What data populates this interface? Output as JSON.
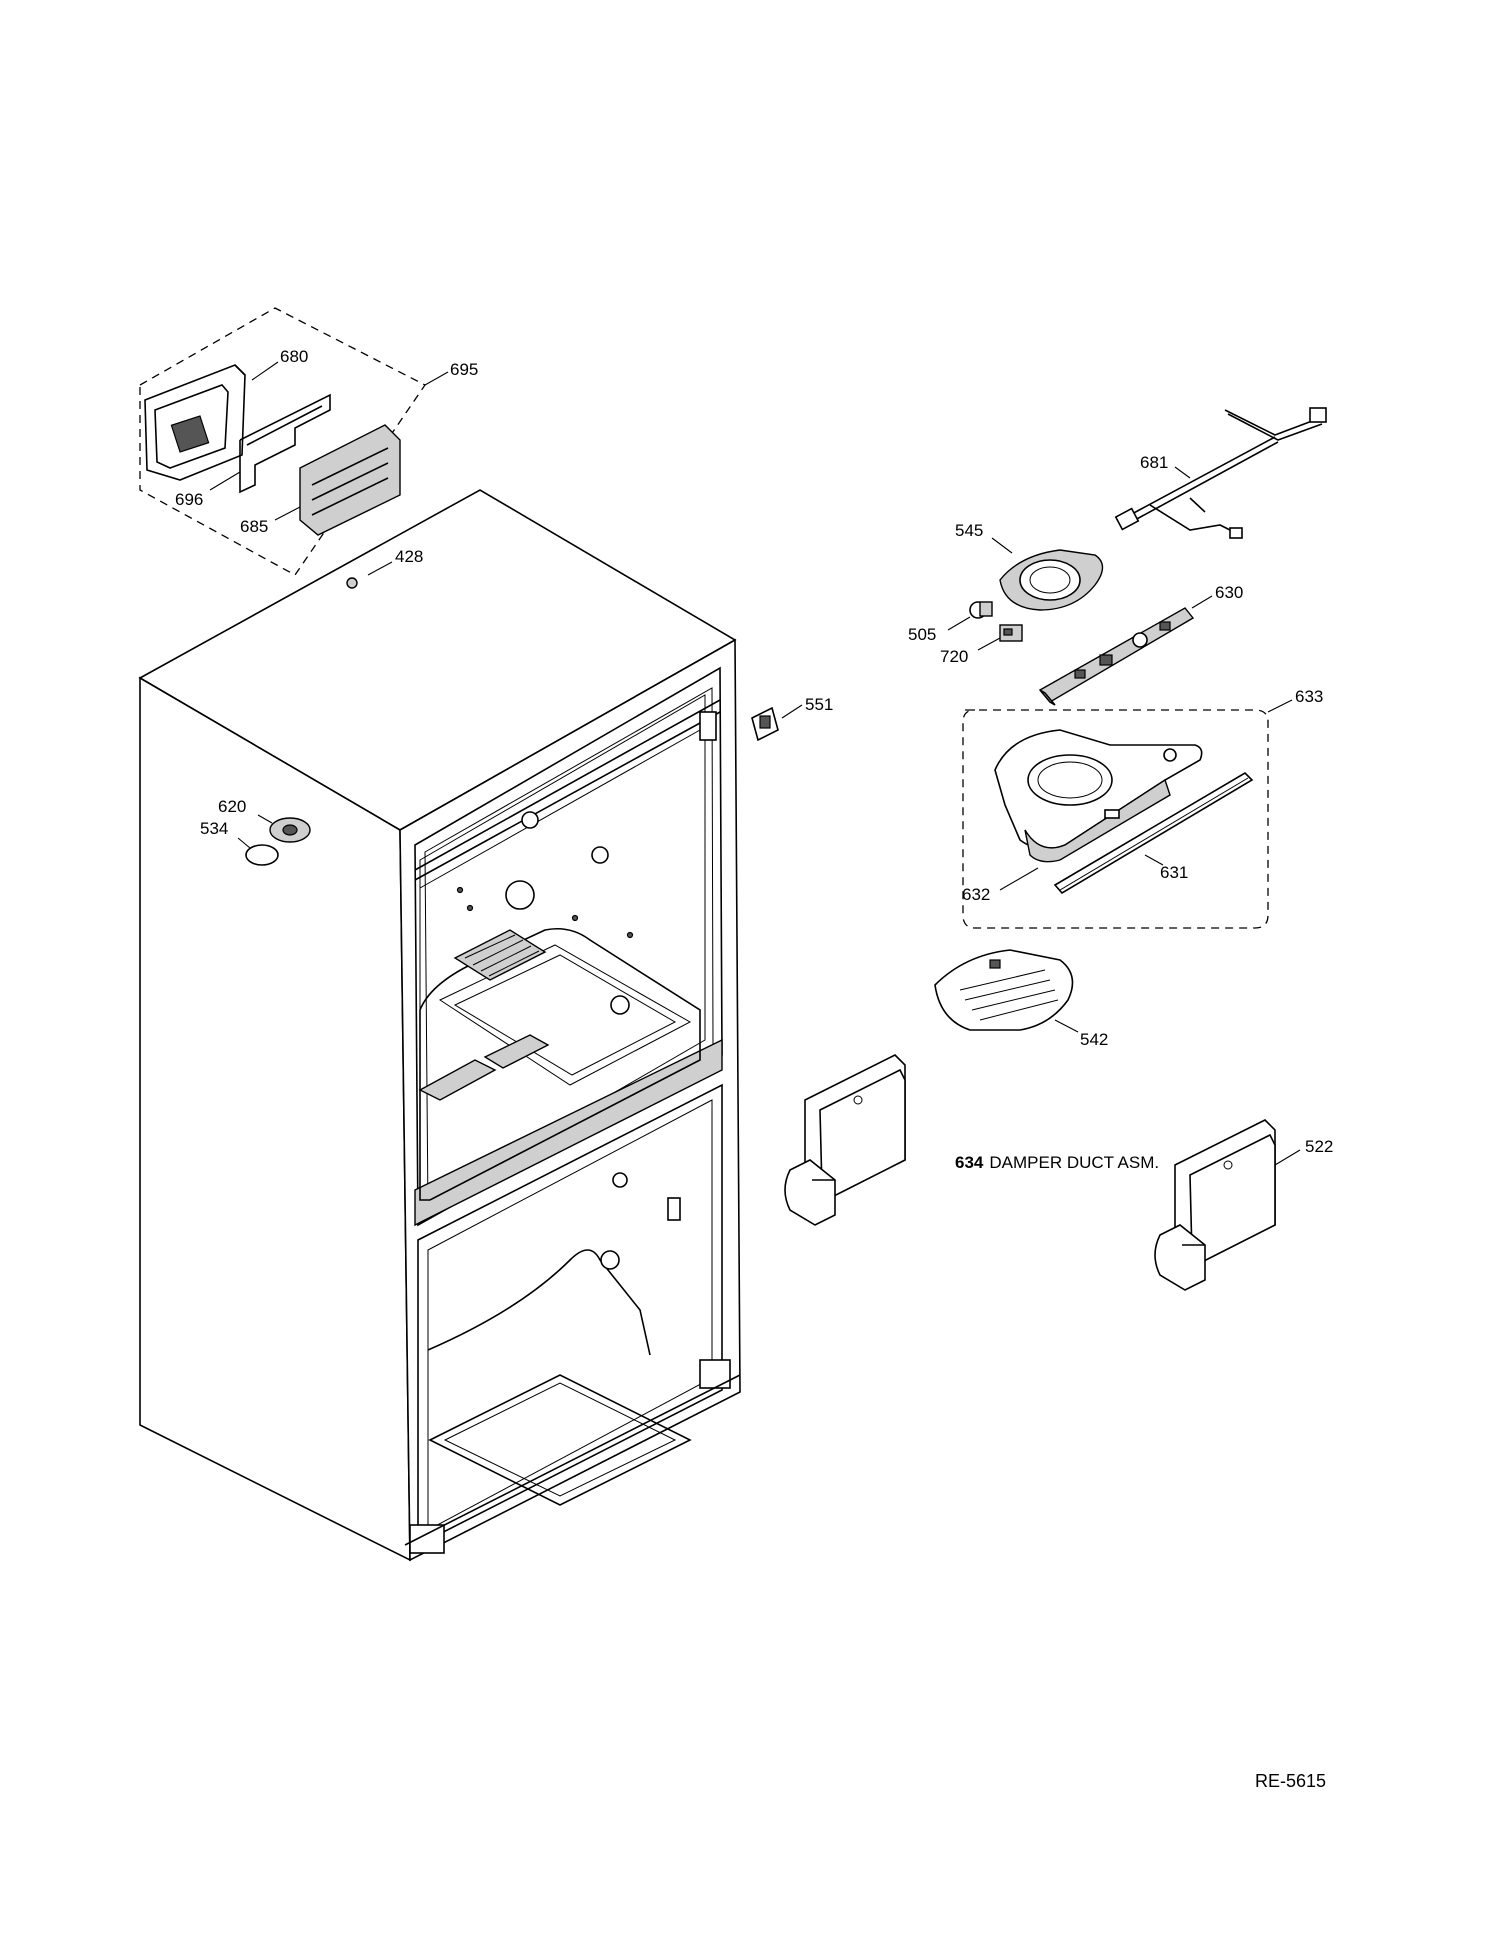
{
  "callouts": {
    "c680": "680",
    "c695": "695",
    "c696": "696",
    "c685": "685",
    "c428": "428",
    "c681": "681",
    "c545": "545",
    "c630": "630",
    "c505": "505",
    "c720": "720",
    "c551": "551",
    "c633": "633",
    "c620": "620",
    "c534": "534",
    "c631": "631",
    "c632": "632",
    "c542": "542",
    "c522": "522"
  },
  "damper_note": {
    "number": "634",
    "text": "DAMPER DUCT ASM."
  },
  "drawing_code": "RE-5615"
}
